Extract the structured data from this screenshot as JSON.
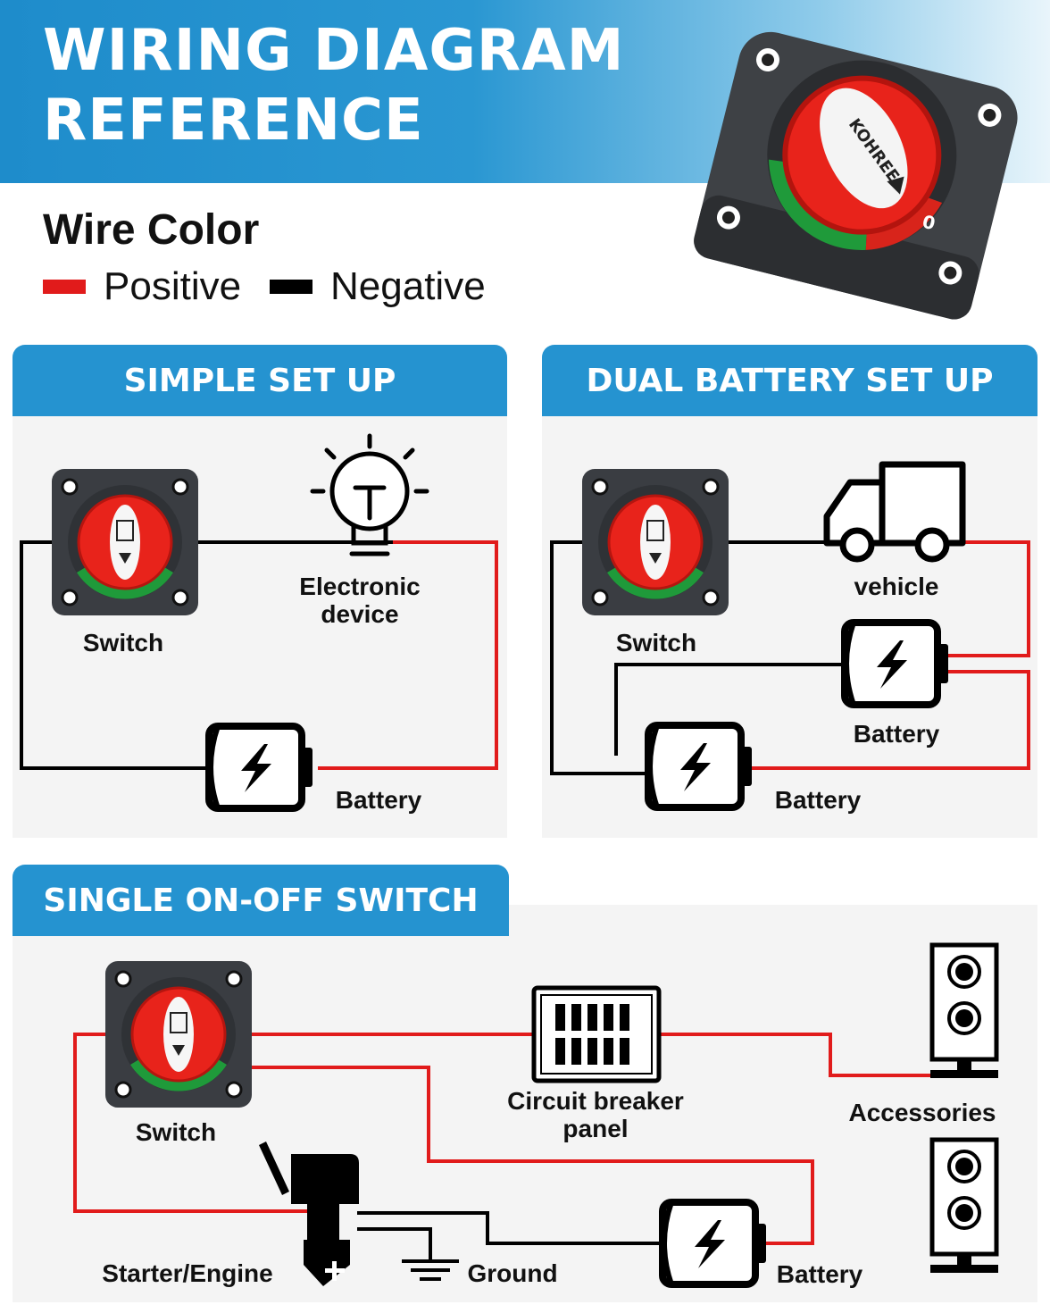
{
  "header": {
    "title_line1": "WIRING DIAGRAM",
    "title_line2": "REFERENCE"
  },
  "product": {
    "brand": "KOHREE",
    "off_mark": "0"
  },
  "wire_color": {
    "title": "Wire Color",
    "positive": {
      "label": "Positive",
      "color": "#e11b1b"
    },
    "negative": {
      "label": "Negative",
      "color": "#000000"
    }
  },
  "simple_setup": {
    "title": "SIMPLE SET UP",
    "switch_label": "Switch",
    "device_label": "Electronic device",
    "battery_label": "Battery"
  },
  "dual_setup": {
    "title": "DUAL BATTERY SET UP",
    "switch_label": "Switch",
    "vehicle_label": "vehicle",
    "battery1_label": "Battery",
    "battery2_label": "Battery"
  },
  "single_switch": {
    "title": "SINGLE ON-OFF SWITCH",
    "switch_label": "Switch",
    "panel_label": "Circuit breaker panel",
    "accessories_label": "Accessories",
    "engine_label": "Starter/Engine",
    "ground_label": "Ground",
    "battery_label": "Battery"
  },
  "colors": {
    "accent_blue": "#2593d0",
    "switch_red": "#e8231b",
    "switch_body": "#3a3d42"
  },
  "icons": [
    "battery-switch-icon",
    "light-bulb-icon",
    "truck-icon",
    "battery-icon",
    "circuit-breaker-icon",
    "speaker-icon",
    "outboard-engine-icon",
    "ground-icon"
  ]
}
